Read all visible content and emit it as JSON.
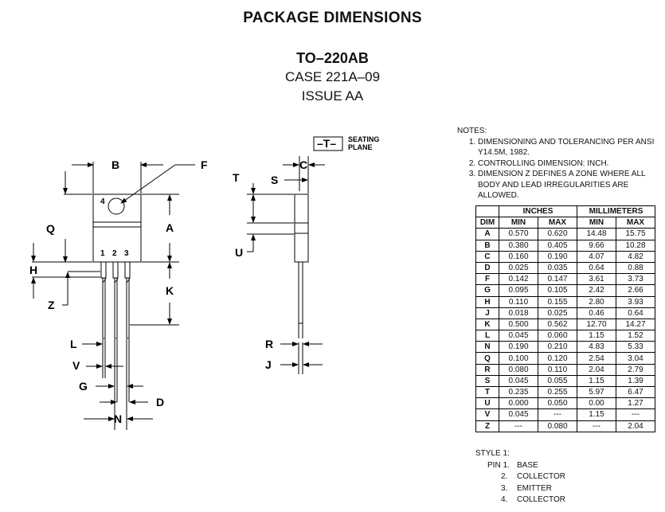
{
  "header": {
    "title": "PACKAGE DIMENSIONS",
    "package": "TO–220AB",
    "case": "CASE 221A–09",
    "issue": "ISSUE AA"
  },
  "drawing": {
    "front_labels": {
      "B": "B",
      "F": "F",
      "Q": "Q",
      "A": "A",
      "H": "H",
      "Z": "Z",
      "K": "K",
      "L": "L",
      "V": "V",
      "G": "G",
      "D": "D",
      "N": "N"
    },
    "side_labels": {
      "T": "T",
      "S": "S",
      "C": "C",
      "U": "U",
      "R": "R",
      "J": "J"
    },
    "tab_number": "4",
    "pin_numbers": [
      "1",
      "2",
      "3"
    ],
    "seating_label": "–T–",
    "seating_text_1": "SEATING",
    "seating_text_2": "PLANE"
  },
  "notes": {
    "heading": "NOTES:",
    "items": [
      "DIMENSIONING AND TOLERANCING PER ANSI Y14.5M, 1982.",
      "CONTROLLING DIMENSION: INCH.",
      "DIMENSION Z DEFINES A ZONE WHERE ALL BODY AND LEAD IRREGULARITIES ARE ALLOWED."
    ]
  },
  "table": {
    "group_inches": "INCHES",
    "group_mm": "MILLIMETERS",
    "col_dim": "DIM",
    "col_min": "MIN",
    "col_max": "MAX",
    "rows": [
      [
        "A",
        "0.570",
        "0.620",
        "14.48",
        "15.75"
      ],
      [
        "B",
        "0.380",
        "0.405",
        "9.66",
        "10.28"
      ],
      [
        "C",
        "0.160",
        "0.190",
        "4.07",
        "4.82"
      ],
      [
        "D",
        "0.025",
        "0.035",
        "0.64",
        "0.88"
      ],
      [
        "F",
        "0.142",
        "0.147",
        "3.61",
        "3.73"
      ],
      [
        "G",
        "0.095",
        "0.105",
        "2.42",
        "2.66"
      ],
      [
        "H",
        "0.110",
        "0.155",
        "2.80",
        "3.93"
      ],
      [
        "J",
        "0.018",
        "0.025",
        "0.46",
        "0.64"
      ],
      [
        "K",
        "0.500",
        "0.562",
        "12.70",
        "14.27"
      ],
      [
        "L",
        "0.045",
        "0.060",
        "1.15",
        "1.52"
      ],
      [
        "N",
        "0.190",
        "0.210",
        "4.83",
        "5.33"
      ],
      [
        "Q",
        "0.100",
        "0.120",
        "2.54",
        "3.04"
      ],
      [
        "R",
        "0.080",
        "0.110",
        "2.04",
        "2.79"
      ],
      [
        "S",
        "0.045",
        "0.055",
        "1.15",
        "1.39"
      ],
      [
        "T",
        "0.235",
        "0.255",
        "5.97",
        "6.47"
      ],
      [
        "U",
        "0.000",
        "0.050",
        "0.00",
        "1.27"
      ],
      [
        "V",
        "0.045",
        "---",
        "1.15",
        "---"
      ],
      [
        "Z",
        "---",
        "0.080",
        "---",
        "2.04"
      ]
    ]
  },
  "style": {
    "heading": "STYLE 1:",
    "pins": [
      {
        "label": "PIN 1.",
        "name": "BASE"
      },
      {
        "label": "2.",
        "name": "COLLECTOR"
      },
      {
        "label": "3.",
        "name": "EMITTER"
      },
      {
        "label": "4.",
        "name": "COLLECTOR"
      }
    ]
  }
}
